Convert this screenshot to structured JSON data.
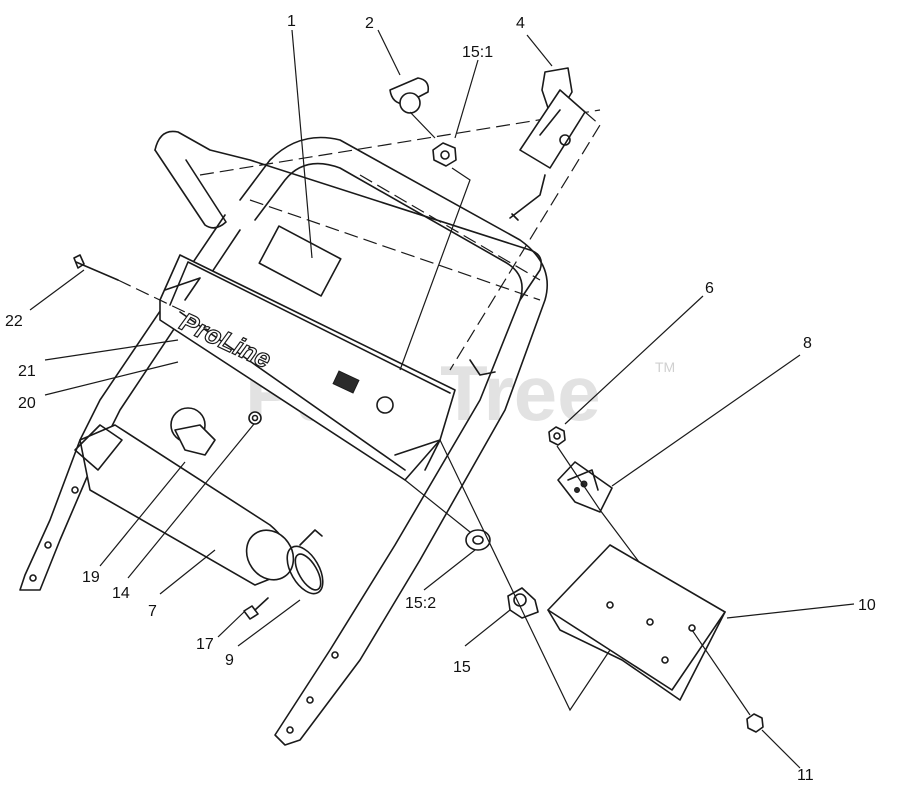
{
  "watermark": {
    "text": "PartsTree",
    "trademark": "TM"
  },
  "panel_logo": "ProLine",
  "callouts": {
    "c1": "1",
    "c2": "2",
    "c15_1": "15:1",
    "c4": "4",
    "c6": "6",
    "c8": "8",
    "c22": "22",
    "c21": "21",
    "c20": "20",
    "c19": "19",
    "c14": "14",
    "c7": "7",
    "c17": "17",
    "c9": "9",
    "c15_2": "15:2",
    "c15": "15",
    "c10": "10",
    "c11": "11"
  }
}
